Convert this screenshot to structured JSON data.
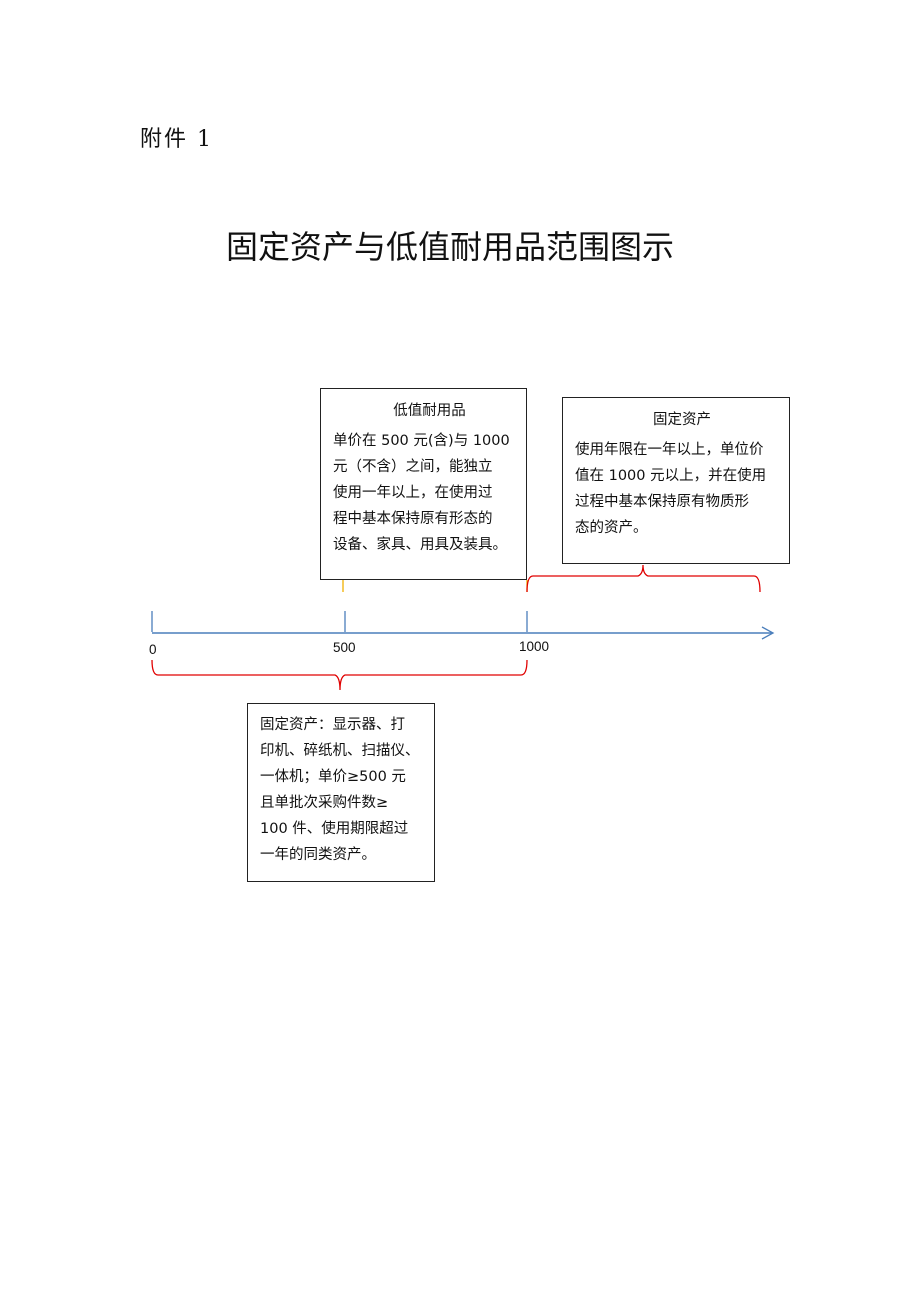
{
  "header": {
    "attachment": "附件 1",
    "title": "固定资产与低值耐用品范围图示"
  },
  "axis": {
    "ticks": [
      "0",
      "500",
      "1000"
    ]
  },
  "boxes": {
    "low_value": {
      "heading": "低值耐用品",
      "lines": [
        "单价在 500 元(含)与 1000",
        "元（不含）之间，能独立",
        "使用一年以上，在使用过",
        "程中基本保持原有形态的",
        "设备、家具、用具及装具。"
      ]
    },
    "fixed_high": {
      "heading": "固定资产",
      "lines": [
        "使用年限在一年以上，单位价",
        "值在 1000 元以上，并在使用",
        "过程中基本保持原有物质形",
        "态的资产。"
      ]
    },
    "fixed_low": {
      "lines": [
        "固定资产：显示器、打",
        "印机、碎纸机、扫描仪、",
        "一体机；单价≥500 元",
        "且单批次采购件数≥",
        "100 件、使用期限超过",
        "一年的同类资产。"
      ]
    }
  },
  "colors": {
    "axis": "#4a7ebb",
    "brace": "#e00000",
    "connector": "#f0b000"
  }
}
